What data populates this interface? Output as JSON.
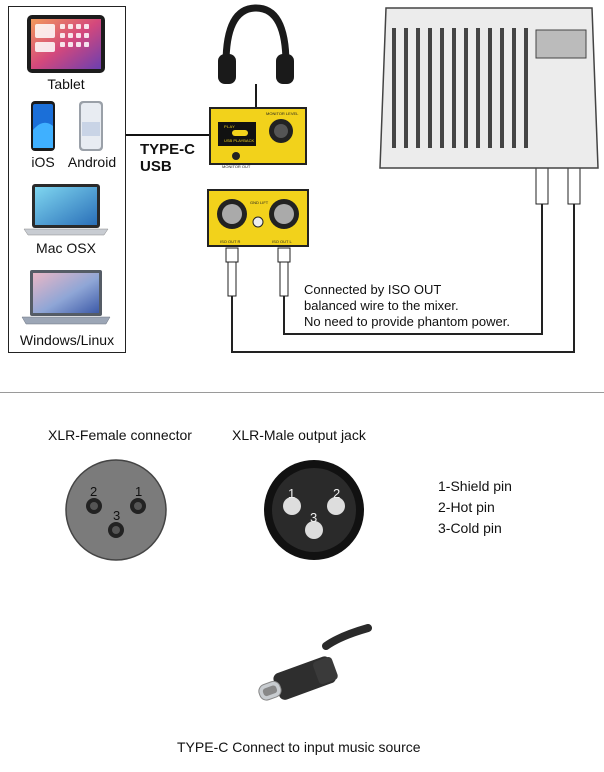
{
  "devices": {
    "tablet": "Tablet",
    "ios": "iOS",
    "android": "Android",
    "mac": "Mac OSX",
    "windows": "Windows/Linux"
  },
  "cable_label": {
    "line1": "TYPE-C",
    "line2": "USB"
  },
  "device_panel": {
    "play_label": "PLAY",
    "playback_label": "USB PLAYBACK",
    "monitor_out": "MONITOR OUT",
    "monitor_level": "MONITOR LEVEL",
    "iso_out_r": "ISO OUT R",
    "iso_out_l": "ISO OUT L",
    "gnd_lift": "GND LIFT"
  },
  "connection_note": {
    "line1": "Connected by ISO OUT",
    "line2": "balanced wire to the mixer.",
    "line3": "No need to provide phantom power."
  },
  "xlr": {
    "female_title": "XLR-Female connector",
    "male_title": "XLR-Male output jack",
    "female_pins": {
      "a": "2",
      "b": "1",
      "c": "3"
    },
    "male_pins": {
      "a": "1",
      "b": "2",
      "c": "3"
    },
    "legend": [
      "1-Shield pin",
      "2-Hot pin",
      "3-Cold pin"
    ]
  },
  "usb": {
    "caption": "TYPE-C Connect to input music source"
  },
  "colors": {
    "panel_yellow": "#f2d21b",
    "connector_gray": "#7b7b7b",
    "outline": "#222222"
  }
}
